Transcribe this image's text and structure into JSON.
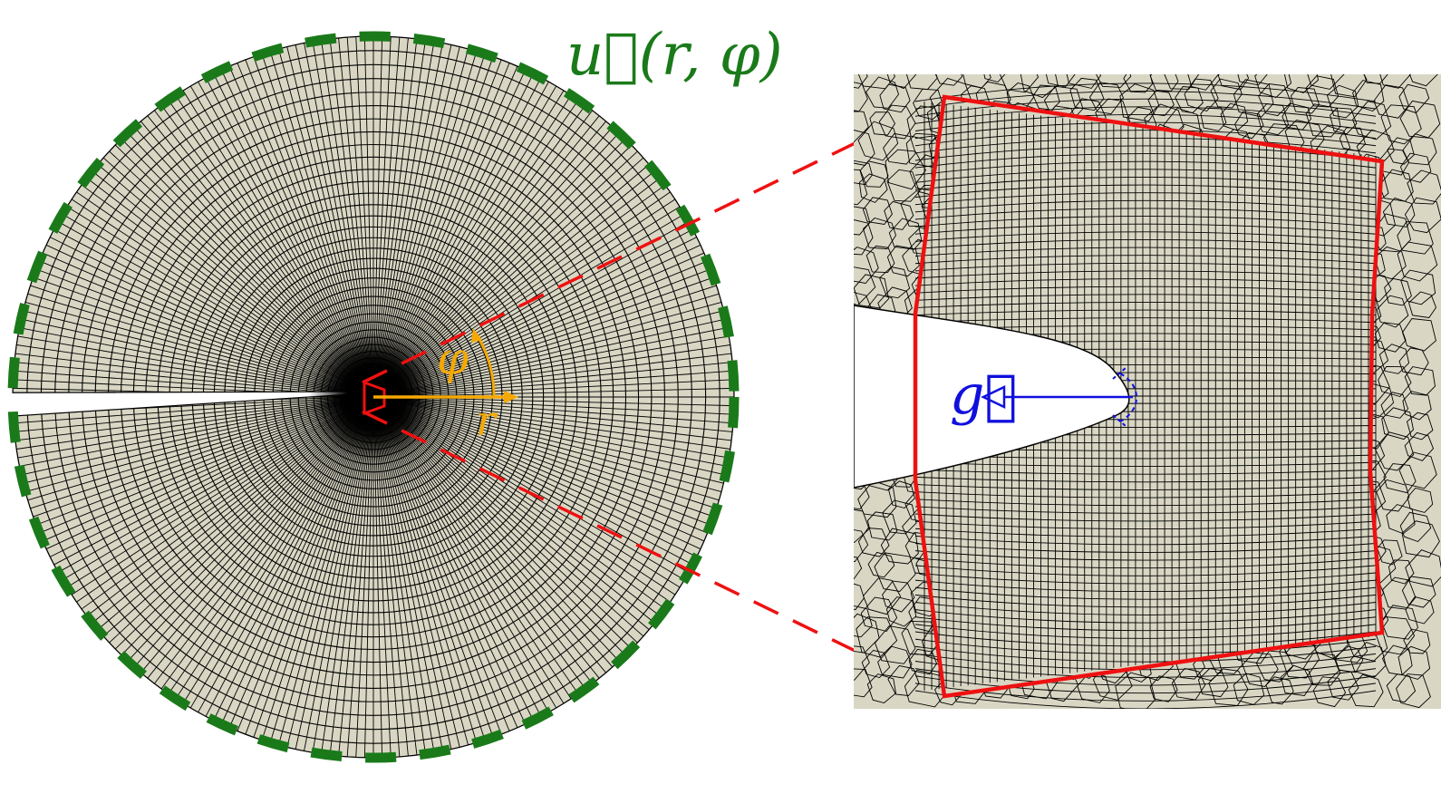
{
  "labels": {
    "displacement": "u⃗(r, φ)",
    "phi": "φ",
    "r": "r",
    "g": "g⃗"
  },
  "colors": {
    "mesh_fill": "#d9d7c4",
    "mesh_line": "#000000",
    "boundary": "#1a7a1a",
    "zoom_frame": "#ee1111",
    "polar_axes": "#f5a800",
    "g_vector": "#1010dd"
  }
}
